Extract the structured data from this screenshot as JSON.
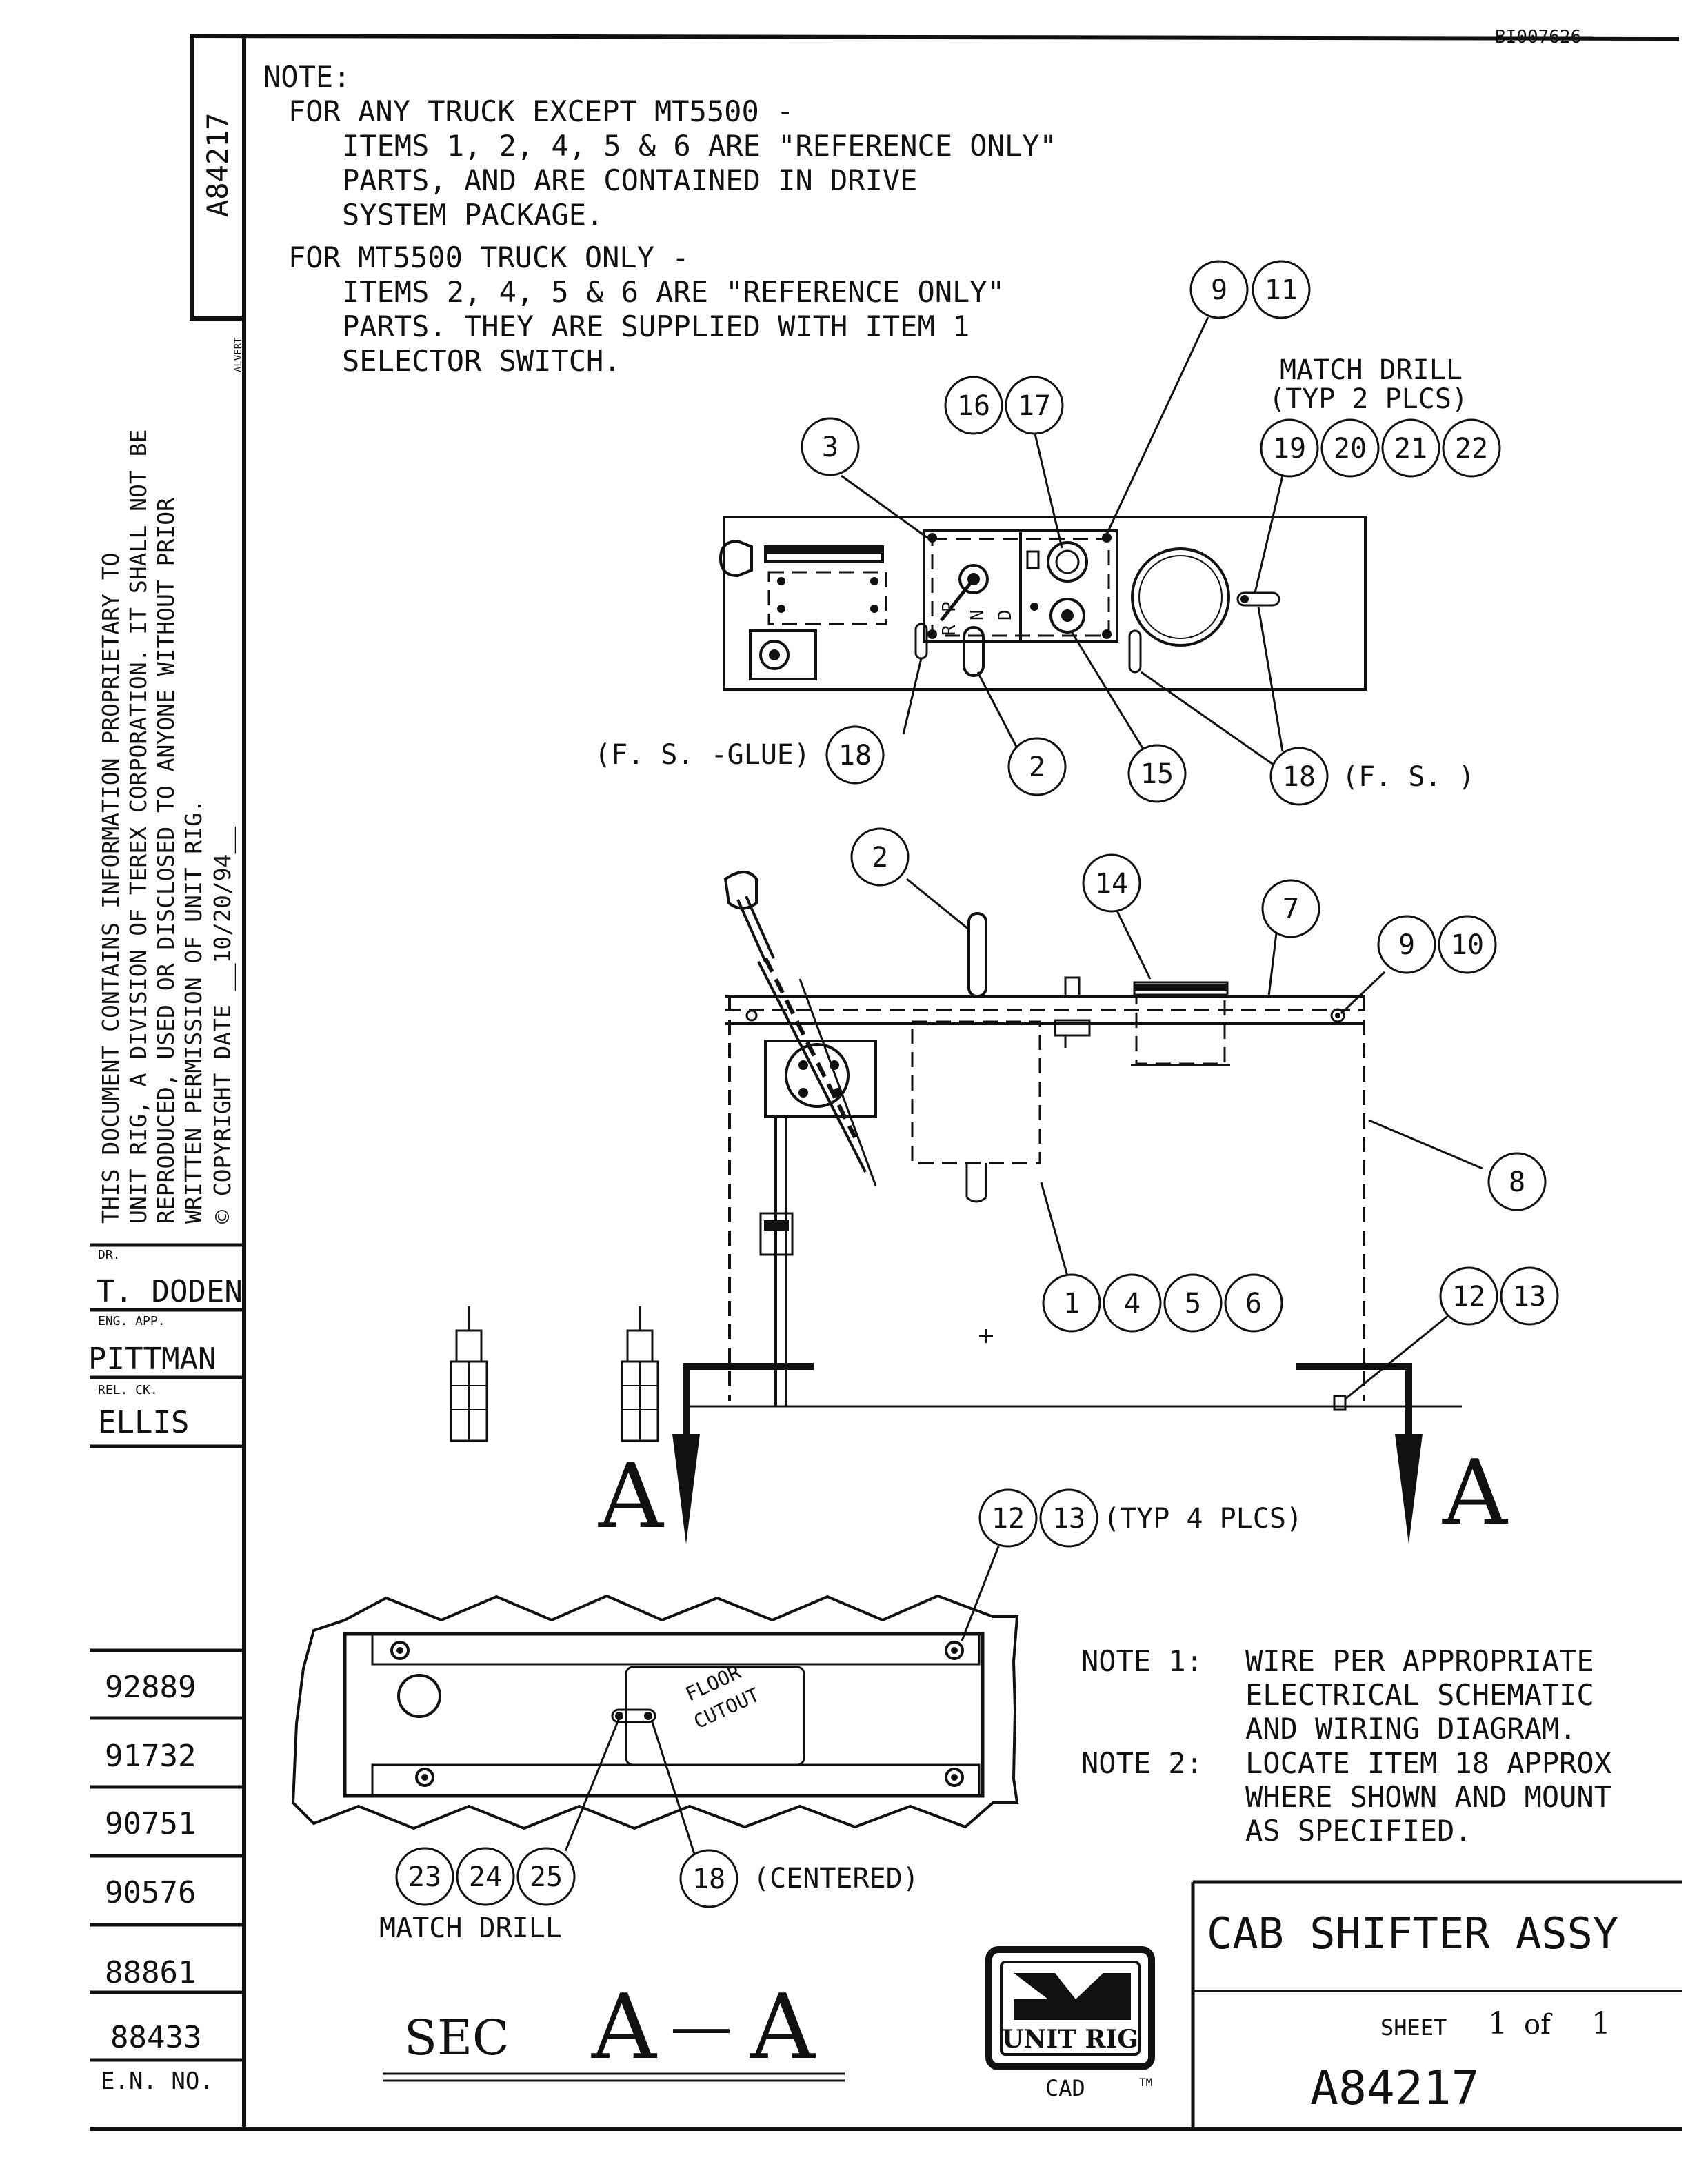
{
  "doc_code": "BI007626",
  "title_block": {
    "title": "CAB SHIFTER ASSY",
    "sheet_label": "SHEET",
    "sheet_num": "1",
    "sheet_of": "of",
    "sheet_total": "1",
    "drawing_no": "A84217",
    "logo_text": "UNIT RIG",
    "cad_label": "CAD",
    "tm": "TM"
  },
  "side_block": {
    "part_no": "A84217",
    "small_label": "ALVERT",
    "proprietary": [
      "THIS DOCUMENT CONTAINS INFORMATION PROPRIETARY TO",
      "UNIT RIG, A DIVISION OF TEREX CORPORATION. IT SHALL NOT BE",
      "REPRODUCED, USED OR DISCLOSED TO ANYONE WITHOUT PRIOR",
      "WRITTEN PERMISSION OF UNIT RIG.",
      "© COPYRIGHT DATE __10/20/94__"
    ],
    "dr_label": "DR.",
    "dr_name": "T. DODEN",
    "eng_label": "ENG. APP.",
    "eng_name": "PITTMAN",
    "rel_label": "REL. CK.",
    "rel_name": "ELLIS",
    "en_numbers": [
      "92889",
      "91732",
      "90751",
      "90576",
      "88861",
      "88433"
    ],
    "en_label": "E.N. NO."
  },
  "notes_top": {
    "heading": "NOTE:",
    "lines": [
      "FOR ANY TRUCK EXCEPT MT5500 -",
      "ITEMS 1, 2, 4, 5 & 6 ARE \"REFERENCE ONLY\"",
      "PARTS, AND ARE CONTAINED IN DRIVE",
      "SYSTEM PACKAGE.",
      "FOR MT5500 TRUCK ONLY -",
      "ITEMS 2, 4, 5 & 6 ARE \"REFERENCE ONLY\"",
      "PARTS.  THEY ARE SUPPLIED WITH ITEM 1",
      "SELECTOR SWITCH."
    ]
  },
  "notes_bottom": {
    "note1_label": "NOTE 1:",
    "note1_lines": [
      "WIRE PER APPROPRIATE",
      "ELECTRICAL SCHEMATIC",
      "AND WIRING DIAGRAM."
    ],
    "note2_label": "NOTE 2:",
    "note2_lines": [
      "LOCATE ITEM 18 APPROX",
      "WHERE SHOWN AND MOUNT",
      "AS SPECIFIED."
    ]
  },
  "callout_text": {
    "match_drill_top": "MATCH DRILL",
    "typ2": "(TYP 2 PLCS)",
    "fs_glue": "(F. S. -GLUE)",
    "fs": "(F. S. )",
    "typ4": "(TYP 4 PLCS)",
    "centered": "(CENTERED)",
    "match_drill_bottom": "MATCH DRILL",
    "floor": "FLOOR",
    "cutout": "CUTOUT",
    "section_prefix": "SEC",
    "section_a1": "A",
    "section_dash": "—",
    "section_a2": "A",
    "cut_left": "A",
    "cut_right": "A",
    "prnd": [
      "P",
      "R",
      "N",
      "D"
    ]
  },
  "items": {
    "i1": "1",
    "i2": "2",
    "i3": "3",
    "i4": "4",
    "i5": "5",
    "i6": "6",
    "i7": "7",
    "i8": "8",
    "i9": "9",
    "i10": "10",
    "i11": "11",
    "i12": "12",
    "i13": "13",
    "i14": "14",
    "i15": "15",
    "i16": "16",
    "i17": "17",
    "i18": "18",
    "i19": "19",
    "i20": "20",
    "i21": "21",
    "i22": "22",
    "i23": "23",
    "i24": "24",
    "i25": "25"
  }
}
